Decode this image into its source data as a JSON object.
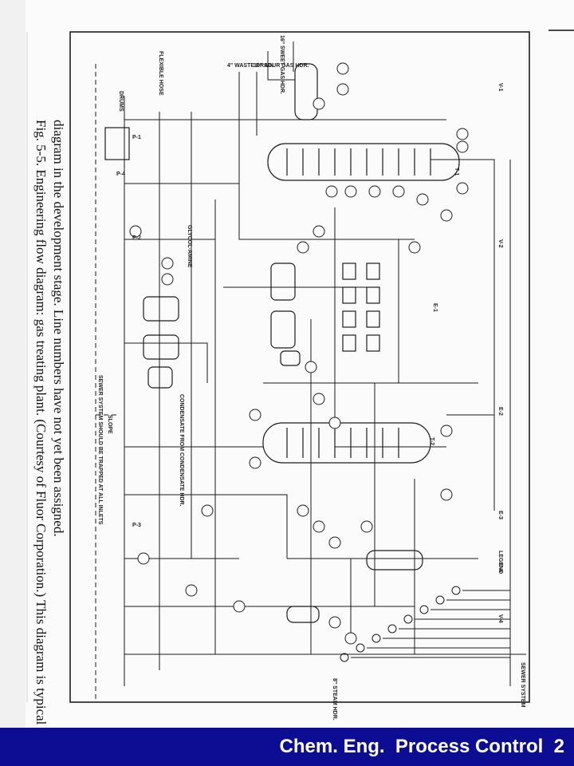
{
  "caption": {
    "line1": "Fig. 5-5.  Engineering flow diagram: gas treating plant.  (Courtesy of Fluor Corporation.)  This diagram is typical of a flow",
    "line2": "diagram in the development stage.  Line numbers have not yet been assigned."
  },
  "diagram_labels": {
    "sweet_gas": "16\" SWEET GAS HDR.",
    "waste_drain": "4\" WASTE DRAIN",
    "sour_gas": "16\" SOUR GAS HDR.",
    "steam_hdr": "8\" STEAM HDR.",
    "sewer": "SEWER SYSTEM",
    "slope": "SLOPE",
    "legend": "LEGEND",
    "glycol_amine": "GLYCOL-AMINE",
    "condensate": "CONDENSATE FROM CONDENSATE HDR.",
    "sewer_note": "SEWER SYSTEM SHOULD BE TRAPPED AT ALL INLETS",
    "flexible_hose": "FLEXIBLE HOSE",
    "drums": "DRUMS"
  },
  "equipment_tags": [
    "V-1",
    "T-1",
    "V-2",
    "E-1",
    "E-2",
    "T-2",
    "E-3",
    "E-4",
    "V-4",
    "P-1",
    "P-2",
    "P-3",
    "P-4"
  ],
  "footer": {
    "course": "Chem. Eng.",
    "title": "Process Control",
    "page": "2"
  },
  "colors": {
    "footer_bg": "#0d0d94",
    "footer_text": "#ffffff",
    "ink": "#1a1a1a"
  }
}
